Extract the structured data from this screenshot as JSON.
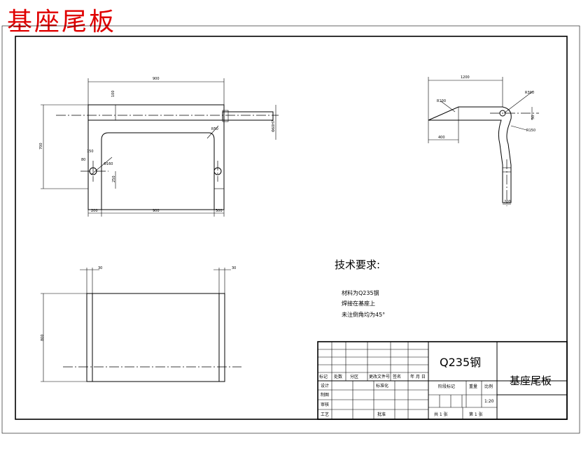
{
  "title": "基座尾板",
  "dims": {
    "front_top": "900",
    "front_tab_h": "100",
    "front_left_h": "700",
    "front_r": "R50",
    "front_hole_d": "Φ160",
    "front_hole_off": "150",
    "front_hole_h": "250",
    "front_small": "80",
    "front_shaft": "Φ60H7",
    "front_b1": "200",
    "front_b2": "900",
    "front_b3": "300",
    "side_top": "1200",
    "side_left_r": "R100",
    "side_right_r": "R300",
    "side_r2": "R150",
    "side_h": "50",
    "side_left_w": "400",
    "side_bottom": "200",
    "bottom_l": "30",
    "bottom_r": "30",
    "bottom_h": "800"
  },
  "notes": {
    "heading": "技术要求:",
    "line1": "材料为Q235钢",
    "line2": "焊接在基座上",
    "line3": "未注倒角均为45°"
  },
  "titleblock": {
    "material": "Q235钢",
    "name": "基座尾板",
    "scale": "1:20",
    "h_mark": "标记",
    "h_count": "处数",
    "h_zone": "分区",
    "h_change": "更改文件号",
    "h_sign": "签名",
    "h_date": "年 月 日",
    "design": "设计",
    "std": "标准化",
    "stage": "阶段标记",
    "weight": "重量",
    "ratio": "比例",
    "check": "审核",
    "process": "工艺",
    "approve": "批准",
    "sheets": "共 1 张",
    "sheet": "第 1 张",
    "draw": "制图"
  }
}
